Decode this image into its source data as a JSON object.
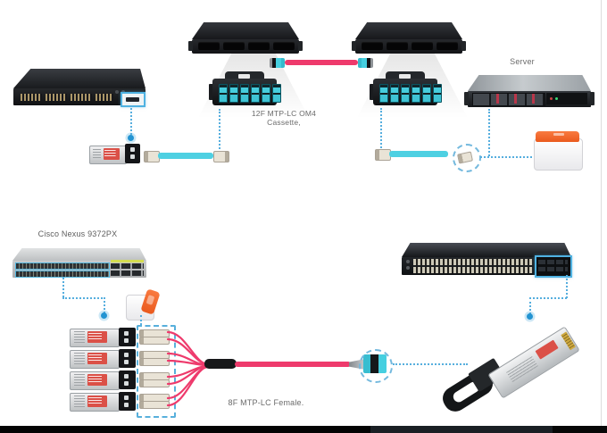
{
  "figure": {
    "description": "Fiber cabling application diagram",
    "background": "#ffffff",
    "bottom_bar_color": "#0a0a0a"
  },
  "labels": {
    "cassette": "12F MTP-LC OM4 Cassette,",
    "server": "Server",
    "cisco_switch": "Cisco Nexus 9372PX",
    "breakout": "8F MTP-LC Female."
  },
  "colors": {
    "fiber_pink": "#ee3a6c",
    "fiber_aqua": "#4ed0e2",
    "connector_aqua": "#45cfe0",
    "dashed_line_blue": "#56aede",
    "node_dot_blue": "#2394d2",
    "highlight_blue": "#4fb2e2",
    "transceiver_label_red": "#db5047",
    "cleaner_orange": "#ea5a1e"
  }
}
